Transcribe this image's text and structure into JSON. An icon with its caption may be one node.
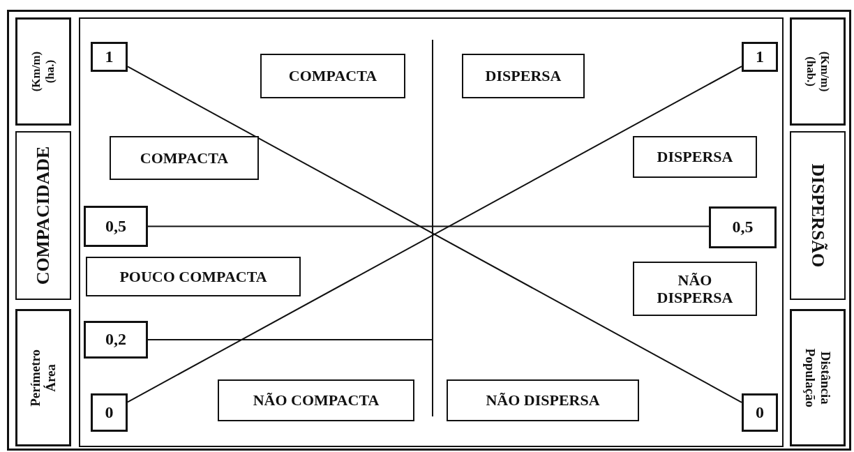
{
  "diagram": {
    "nodes": [
      {
        "text": [
          "(Km/m) (ha.)"
        ]
      },
      {
        "text": [
          "COMPACIDADE"
        ]
      },
      {
        "text": [
          "Perímetro Área"
        ]
      },
      {
        "text": [
          "1"
        ]
      },
      {
        "text": [
          "COMPACTA"
        ]
      },
      {
        "text": [
          "DISPERSA"
        ]
      },
      {
        "text": [
          "1"
        ]
      },
      {
        "text": [
          "(Km/m) (hab.)"
        ]
      },
      {
        "text": [
          "DISPERSÃO"
        ]
      },
      {
        "text": [
          "Distância População"
        ]
      },
      {
        "text": [
          "COMPACTA"
        ]
      },
      {
        "text": [
          "DISPERSA"
        ]
      },
      {
        "text": [
          "0,5"
        ]
      },
      {
        "text": [
          "0,5"
        ]
      },
      {
        "text": [
          "POUCO COMPACTA"
        ]
      },
      {
        "text": [
          "NÃO DISPERSA"
        ]
      },
      {
        "text": [
          "0,2"
        ]
      },
      {
        "text": [
          "NÃO COMPACTA"
        ]
      },
      {
        "text": [
          "NÃO DISPERSA"
        ]
      },
      {
        "text": [
          "0"
        ]
      },
      {
        "text": [
          "0"
        ]
      }
    ],
    "edges": [
      {
        "from": 3,
        "to": 20,
        "arrow": "none"
      },
      {
        "from": 19,
        "to": 6,
        "arrow": "none"
      },
      {
        "from": 12,
        "to": 13,
        "arrow": "none"
      },
      {
        "from": 16,
        "to": null,
        "arrow": "none"
      }
    ]
  }
}
